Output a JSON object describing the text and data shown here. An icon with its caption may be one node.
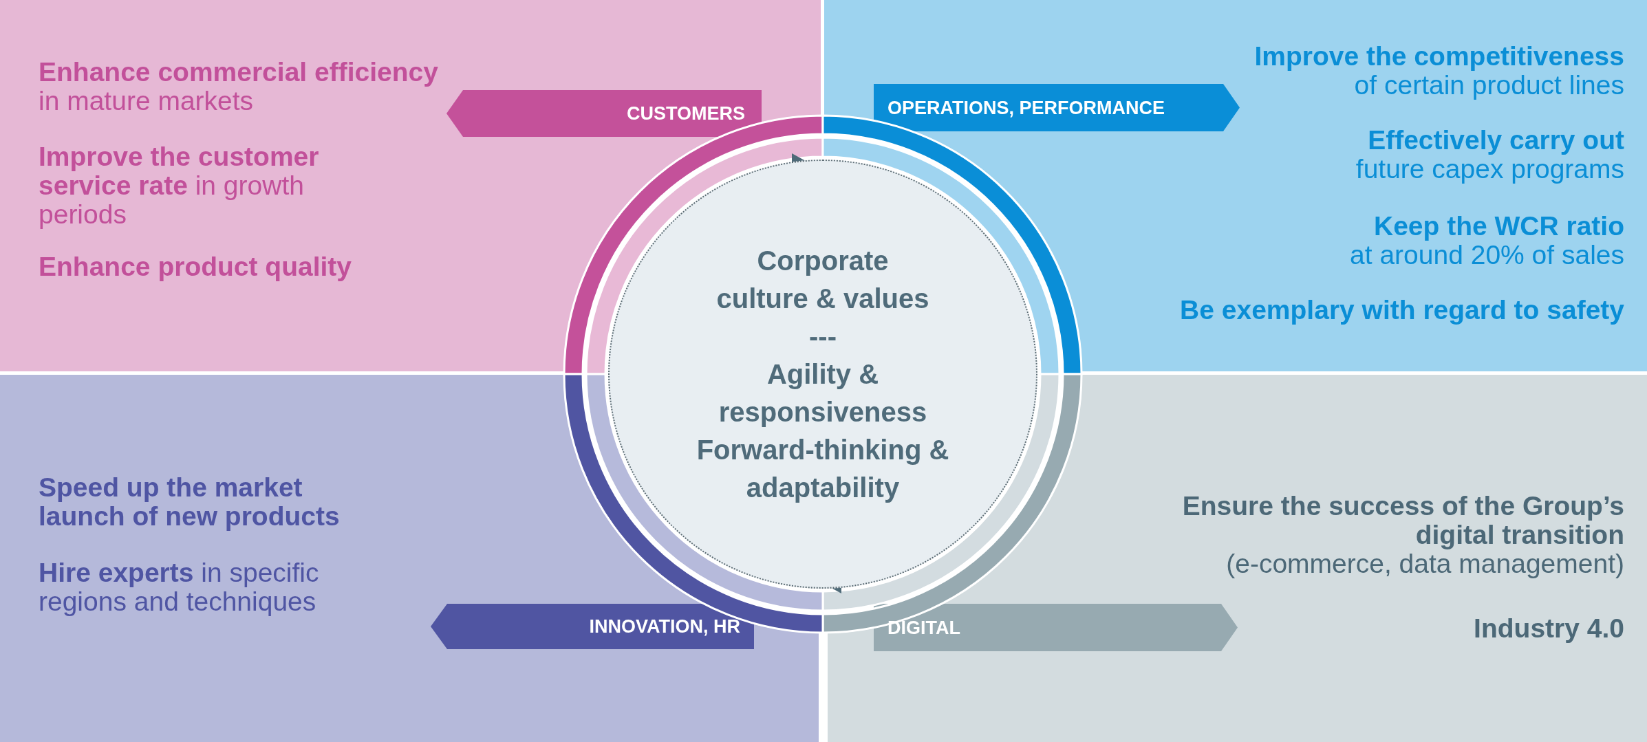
{
  "diagram": {
    "nodes": [
      {
        "text": [
          "**Enhance commercial efficiency** in mature markets",
          "**Improve the customer service rate** in growth periods",
          "Enhance product quality"
        ]
      },
      {
        "text": [
          "CUSTOMERS"
        ],
        "in": 0
      },
      {
        "text": [
          "**Improve the competitiveness** of certain product lines",
          "**Effectively carry out** future capex programs",
          "**Keep the WCR ratio** at around 20% of sales",
          "Be exemplary with regard to safety"
        ]
      },
      {
        "text": [
          "OPERATIONS, PERFORMANCE"
        ],
        "in": 2
      },
      {
        "text": [
          "Corporate culture & values",
          "---",
          "Agility & responsiveness",
          "Forward-thinking & adaptability"
        ]
      },
      {
        "text": [
          "Speed up the market launch of new products",
          "**Hire experts** in specific regions and techniques"
        ]
      },
      {
        "text": [
          "INNOVATION, HR"
        ],
        "in": 5
      },
      {
        "text": [
          "**Ensure the success of the Group’s digital transition** (e-commerce, data management)",
          "Industry 4.0"
        ]
      },
      {
        "text": [
          "DIGITAL"
        ],
        "in": 7
      }
    ]
  }
}
